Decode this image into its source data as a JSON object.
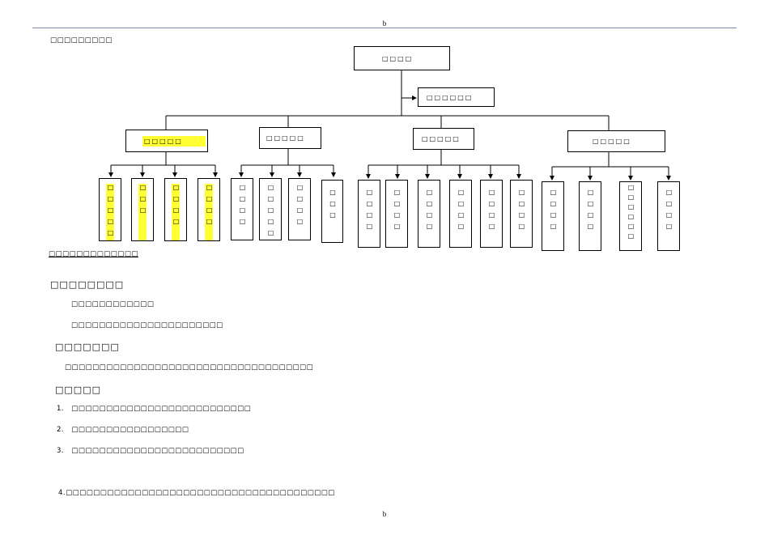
{
  "header": {
    "text": "b"
  },
  "footer": {
    "text": "b"
  },
  "org_title": "□□□□□□□□□",
  "org_chart": {
    "root": "□□□□",
    "assistant": "□□□□□□",
    "departments": [
      {
        "label": "□□□□□",
        "units": [
          "□□□□□",
          "□□□",
          "□□□□",
          "□□□□"
        ]
      },
      {
        "label": "□□□□□",
        "units": [
          "□□□□",
          "□□□□□",
          "□□□□",
          "□□□"
        ]
      },
      {
        "label": "□□□□□",
        "units": [
          "□□□□",
          "□□□□",
          "□□□□",
          "□□□□",
          "□□□□",
          "□□□□"
        ]
      },
      {
        "label": "□□□□□",
        "units": [
          "□□□□",
          "□□□□",
          "□□□□□□",
          "□□□□"
        ]
      }
    ]
  },
  "sections": {
    "s1_heading": "□□□□□□□□□□□□□",
    "s2_heading": "□□□□□□□□",
    "s2_line1": "□□□□□□□□□□□□",
    "s2_line2": "□□□□□□□□□□□□□□□□□□□□□□",
    "s3_heading": "□□□□□□□",
    "s3_line1": "□□□□□□□□□□□□□□□□□□□□□□□□□□□□□□□□□□□□",
    "s4_heading": "□□□□□",
    "list": [
      {
        "num": "1.",
        "text": "□□□□□□□□□□□□□□□□□□□□□□□□□□"
      },
      {
        "num": "2.",
        "text": "□□□□□□□□□□□□□□□□□"
      },
      {
        "num": "3.",
        "text": "□□□□□□□□□□□□□□□□□□□□□□□□□"
      }
    ],
    "s5_line": "4.□□□□□□□□□□□□□□□□□□□□□□□□□□□□□□□□□□□□□□□"
  }
}
